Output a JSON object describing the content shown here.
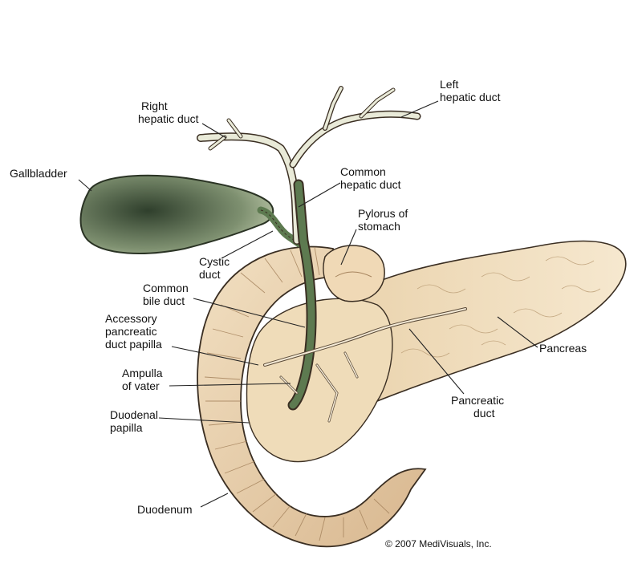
{
  "labels": {
    "left_hepatic_duct": [
      "Left",
      "hepatic duct"
    ],
    "right_hepatic_duct": [
      "Right",
      "hepatic duct"
    ],
    "gallbladder": [
      "Gallbladder"
    ],
    "common_hepatic_duct": [
      "Common",
      "hepatic duct"
    ],
    "pylorus_of_stomach": [
      "Pylorus of",
      "stomach"
    ],
    "cystic_duct": [
      "Cystic",
      "duct"
    ],
    "common_bile_duct": [
      "Common",
      "bile duct"
    ],
    "accessory_pancreatic_duct_papilla": [
      "Accessory",
      "pancreatic",
      "duct papilla"
    ],
    "ampulla_of_vater": [
      "Ampulla",
      "of vater"
    ],
    "duodenal_papilla": [
      "Duodenal",
      "papilla"
    ],
    "duodenum": [
      "Duodenum"
    ],
    "pancreas": [
      "Pancreas"
    ],
    "pancreatic_duct": [
      "Pancreatic",
      "duct"
    ]
  },
  "copyright": "© 2007 MediVisuals, Inc.",
  "colors": {
    "gallbladder": "#8a9a7a",
    "bile_duct": "#5d7a50",
    "hepatic_duct": "#e9ead8",
    "duodenum": "#e8cfac",
    "pancreas": "#f1dfbf",
    "outline": "#3a2e22"
  }
}
